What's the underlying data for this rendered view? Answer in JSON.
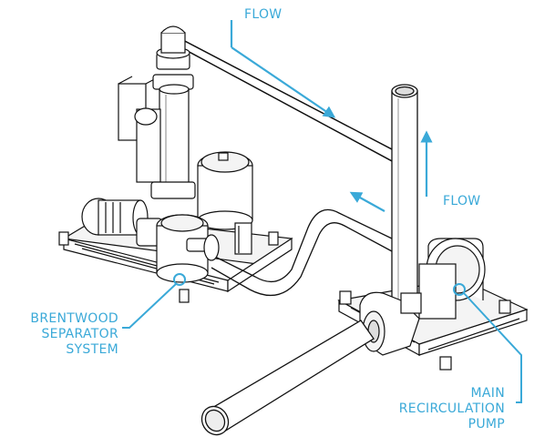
{
  "labels": {
    "flow_top": "FLOW",
    "flow_right": "FLOW",
    "separator": [
      "BRENTWOOD",
      "SEPARATOR",
      "SYSTEM"
    ],
    "pump": [
      "MAIN",
      "RECIRCULATION",
      "PUMP"
    ]
  },
  "colors": {
    "accent": "#3aa9d8",
    "line": "#111111",
    "fill": "#ffffff"
  },
  "icons": [
    "flow-arrow-icon",
    "callout-circle-icon"
  ]
}
